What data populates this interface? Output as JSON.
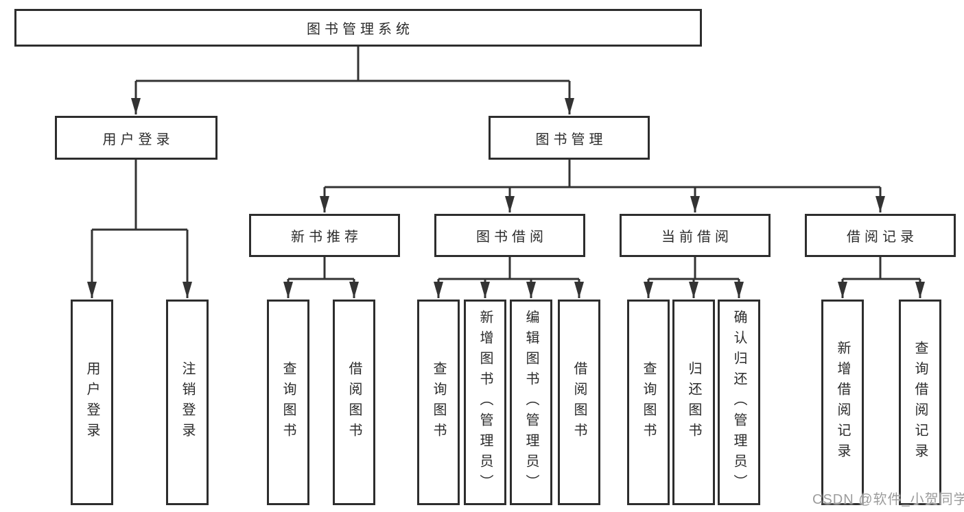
{
  "palette": {
    "line": "#333333",
    "box_border": "#2d2d2d",
    "box_background": "#ffffff",
    "text": "#2b2b2b",
    "watermark_text": "#9c9c9c"
  },
  "tree": {
    "root": {
      "label": "图书管理系统",
      "children": [
        {
          "label": "用户登录",
          "children": [
            {
              "label": "用户登录"
            },
            {
              "label": "注销登录"
            }
          ]
        },
        {
          "label": "图书管理",
          "children": [
            {
              "label": "新书推荐",
              "children": [
                {
                  "label": "查询图书"
                },
                {
                  "label": "借阅图书"
                }
              ]
            },
            {
              "label": "图书借阅",
              "children": [
                {
                  "label": "查询图书"
                },
                {
                  "label": "新增图书（管理员）"
                },
                {
                  "label": "编辑图书（管理员）"
                },
                {
                  "label": "借阅图书"
                }
              ]
            },
            {
              "label": "当前借阅",
              "children": [
                {
                  "label": "查询图书"
                },
                {
                  "label": "归还图书"
                },
                {
                  "label": "确认归还（管理员）"
                }
              ]
            },
            {
              "label": "借阅记录",
              "children": [
                {
                  "label": "新增借阅记录"
                },
                {
                  "label": "查询借阅记录"
                }
              ]
            }
          ]
        }
      ]
    }
  },
  "watermark": {
    "text": "CSDN @软件_小贺同学"
  }
}
